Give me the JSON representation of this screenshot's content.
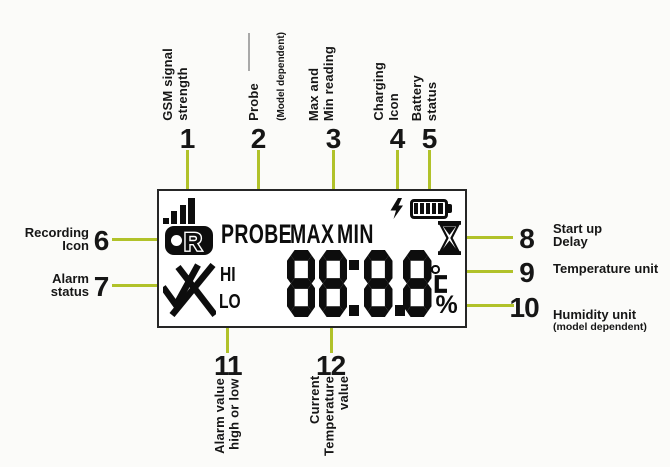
{
  "display": {
    "probe": "PROBE",
    "max": "MAX",
    "min": "MIN",
    "hi": "HI",
    "lo": "LO",
    "value": "88:8.8",
    "record_letter": "R",
    "temp_unit": "°C",
    "humidity_unit": "%"
  },
  "callouts": {
    "top": [
      {
        "num": "1",
        "label": "GSM signal\nstrength"
      },
      {
        "num": "2",
        "label": "Probe",
        "sublabel": "(Model dependent)"
      },
      {
        "num": "3",
        "label": "Max and\nMin reading"
      },
      {
        "num": "4",
        "label": "Charging\nIcon"
      },
      {
        "num": "5",
        "label": "Battery\nstatus"
      }
    ],
    "left": [
      {
        "num": "6",
        "label": "Recording\nIcon"
      },
      {
        "num": "7",
        "label": "Alarm\nstatus"
      }
    ],
    "right": [
      {
        "num": "8",
        "label": "Start up\nDelay"
      },
      {
        "num": "9",
        "label": "Temperature unit"
      },
      {
        "num": "10",
        "label": "Humidity unit",
        "sublabel": "(model dependent)"
      }
    ],
    "bottom": [
      {
        "num": "11",
        "label": "Alarm value\nhigh or low"
      },
      {
        "num": "12",
        "label": "Current\nTemperature\nvalue"
      }
    ]
  },
  "icons": {
    "gsm": "signal-strength-bars",
    "charging": "lightning-bolt",
    "battery": "battery-gauge",
    "recording": "record-r-badge",
    "startup_delay": "hourglass",
    "alarm_status": "check-and-cross",
    "value_display": "seven-segment-digits"
  },
  "colors": {
    "callout_line": "#b1c22a",
    "ink": "#1a1a1a",
    "lcd_border": "#262626",
    "background": "#fbfbf9"
  }
}
